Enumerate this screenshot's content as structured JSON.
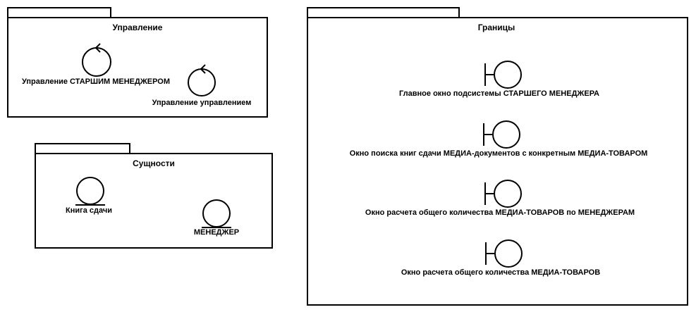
{
  "packages": {
    "control": {
      "title": "Управление",
      "items": [
        {
          "name": "Управление СТАРШИМ МЕНЕДЖЕРОМ",
          "stereotype": "control"
        },
        {
          "name": "Управление управлением",
          "stereotype": "control"
        }
      ]
    },
    "entities": {
      "title": "Сущности",
      "items": [
        {
          "name": "Книга сдачи",
          "stereotype": "entity"
        },
        {
          "name": "МЕНЕДЖЕР",
          "stereotype": "entity"
        }
      ]
    },
    "boundaries": {
      "title": "Границы",
      "items": [
        {
          "name": "Главное окно подсистемы СТАРШЕГО МЕНЕДЖЕРА",
          "stereotype": "boundary"
        },
        {
          "name": "Окно поиска книг сдачи МЕДИА-документов с конкретным МЕДИА-ТОВАРОМ",
          "stereotype": "boundary"
        },
        {
          "name": "Окно расчета общего количества МЕДИА-ТОВАРОВ по МЕНЕДЖЕРАМ",
          "stereotype": "boundary"
        },
        {
          "name": "Окно расчета общего количества МЕДИА-ТОВАРОВ",
          "stereotype": "boundary"
        }
      ]
    }
  }
}
